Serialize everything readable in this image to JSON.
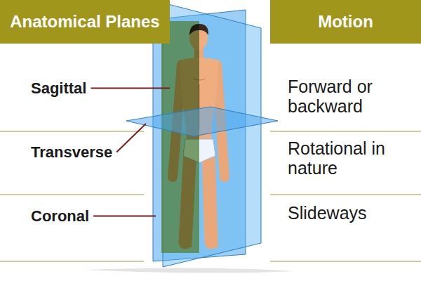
{
  "diagram": {
    "nodes": [
      {
        "text": [
          "Anatomical Planes"
        ]
      },
      {
        "text": [
          "Motion"
        ]
      }
    ],
    "labels": [
      "Sagittal",
      "Forward or backward",
      "Transverse",
      "Rotational in nature",
      "Coronal",
      "Slideways"
    ]
  }
}
